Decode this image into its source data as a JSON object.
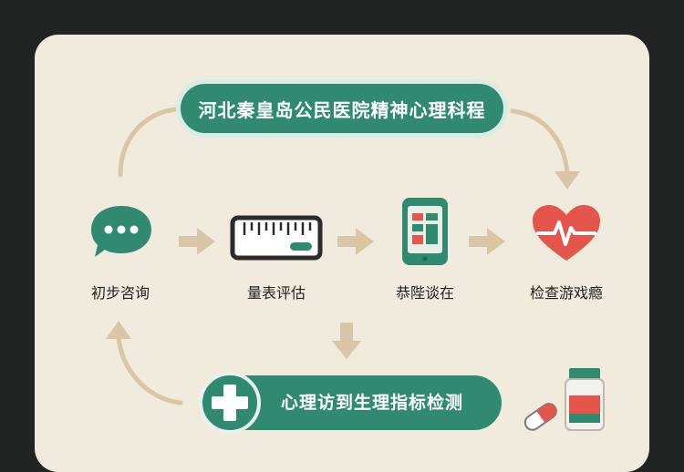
{
  "title": "河北秦皇岛公民医院精神心理科程",
  "steps": [
    {
      "label": "初步咨询",
      "icon": "chat-bubble-icon"
    },
    {
      "label": "量表评估",
      "icon": "ruler-scale-icon"
    },
    {
      "label": "恭陛谈在",
      "icon": "tablet-chart-icon"
    },
    {
      "label": "检查游戏瘾",
      "icon": "heart-pulse-icon"
    }
  ],
  "bottom_step": {
    "label": "心理访到生理指标检测",
    "icon": "medical-cross-icon"
  },
  "decor": {
    "icon": "medicine-bottle-pills-icon"
  },
  "colors": {
    "background": "#222423",
    "card": "#f1ebde",
    "accent_green": "#2f8a70",
    "arrow_tan": "#d9c6a7",
    "heart_red": "#e4564b"
  }
}
